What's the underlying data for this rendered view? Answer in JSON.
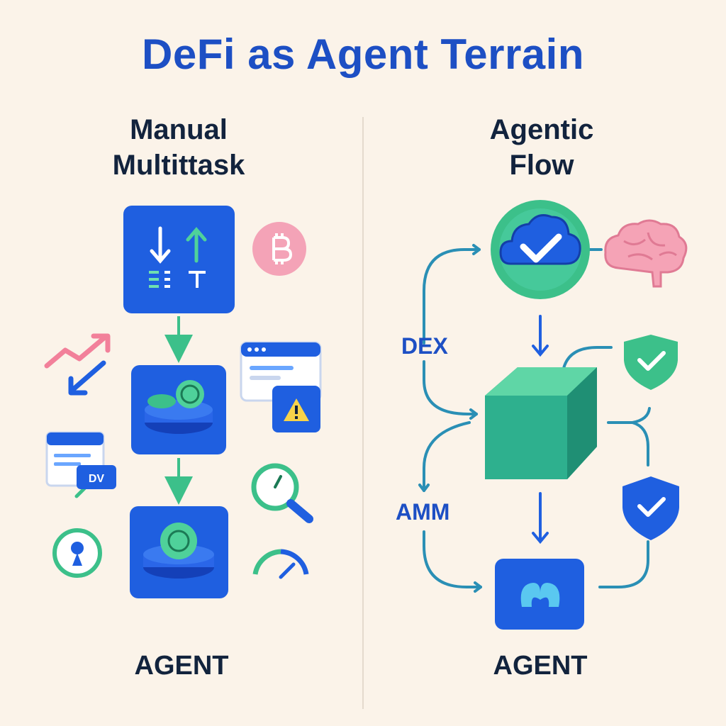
{
  "title": "DeFi as Agent Terrain",
  "left_panel": {
    "heading_line1": "Manual",
    "heading_line2": "Multittask",
    "footer": "AGENT",
    "badge_text": "DV"
  },
  "right_panel": {
    "heading_line1": "Agentic",
    "heading_line2": "Flow",
    "footer": "AGENT",
    "dex_label": "DEX",
    "amm_label": "AMM"
  },
  "colors": {
    "background": "#fbf3e9",
    "primary_blue": "#1d4fc4",
    "green": "#3cc08a",
    "pink": "#f2809a",
    "teal_line": "#2a8fb5",
    "dark_text": "#12233d"
  },
  "icons": [
    "bitcoin-icon",
    "trend-arrows-icon",
    "window-icon",
    "warning-icon",
    "magnifier-icon",
    "gauge-icon",
    "lock-icon",
    "brain-icon",
    "shield-check-icon",
    "cloud-check-icon",
    "cube-icon"
  ]
}
